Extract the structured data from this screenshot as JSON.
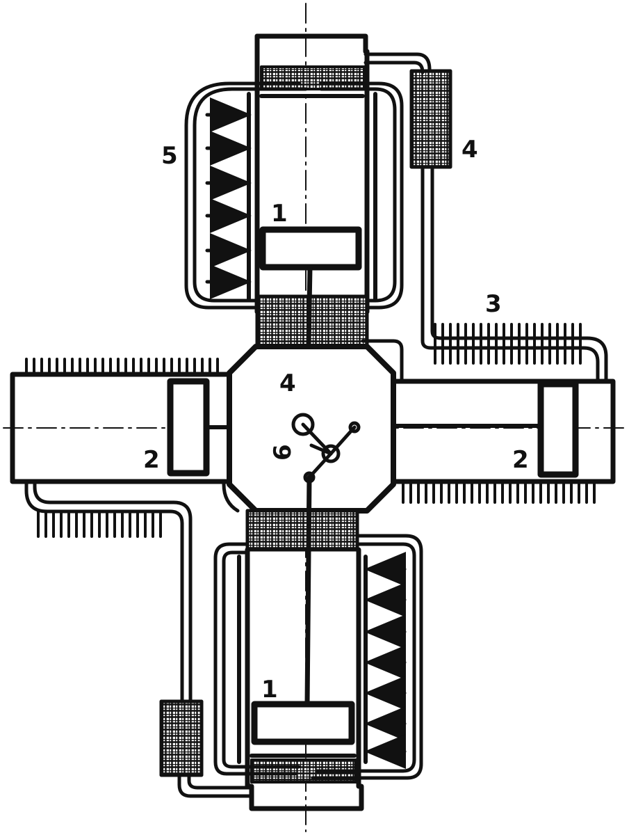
{
  "diagram": {
    "labels": {
      "piston_top": "1",
      "piston_bottom": "1",
      "piston_left": "2",
      "piston_right": "2",
      "fins": "3",
      "regenerator_top": "4",
      "crankcase": "4",
      "heater": "5",
      "crank": "6"
    },
    "colors": {
      "ink": "#111111",
      "paper": "#ffffff"
    }
  }
}
